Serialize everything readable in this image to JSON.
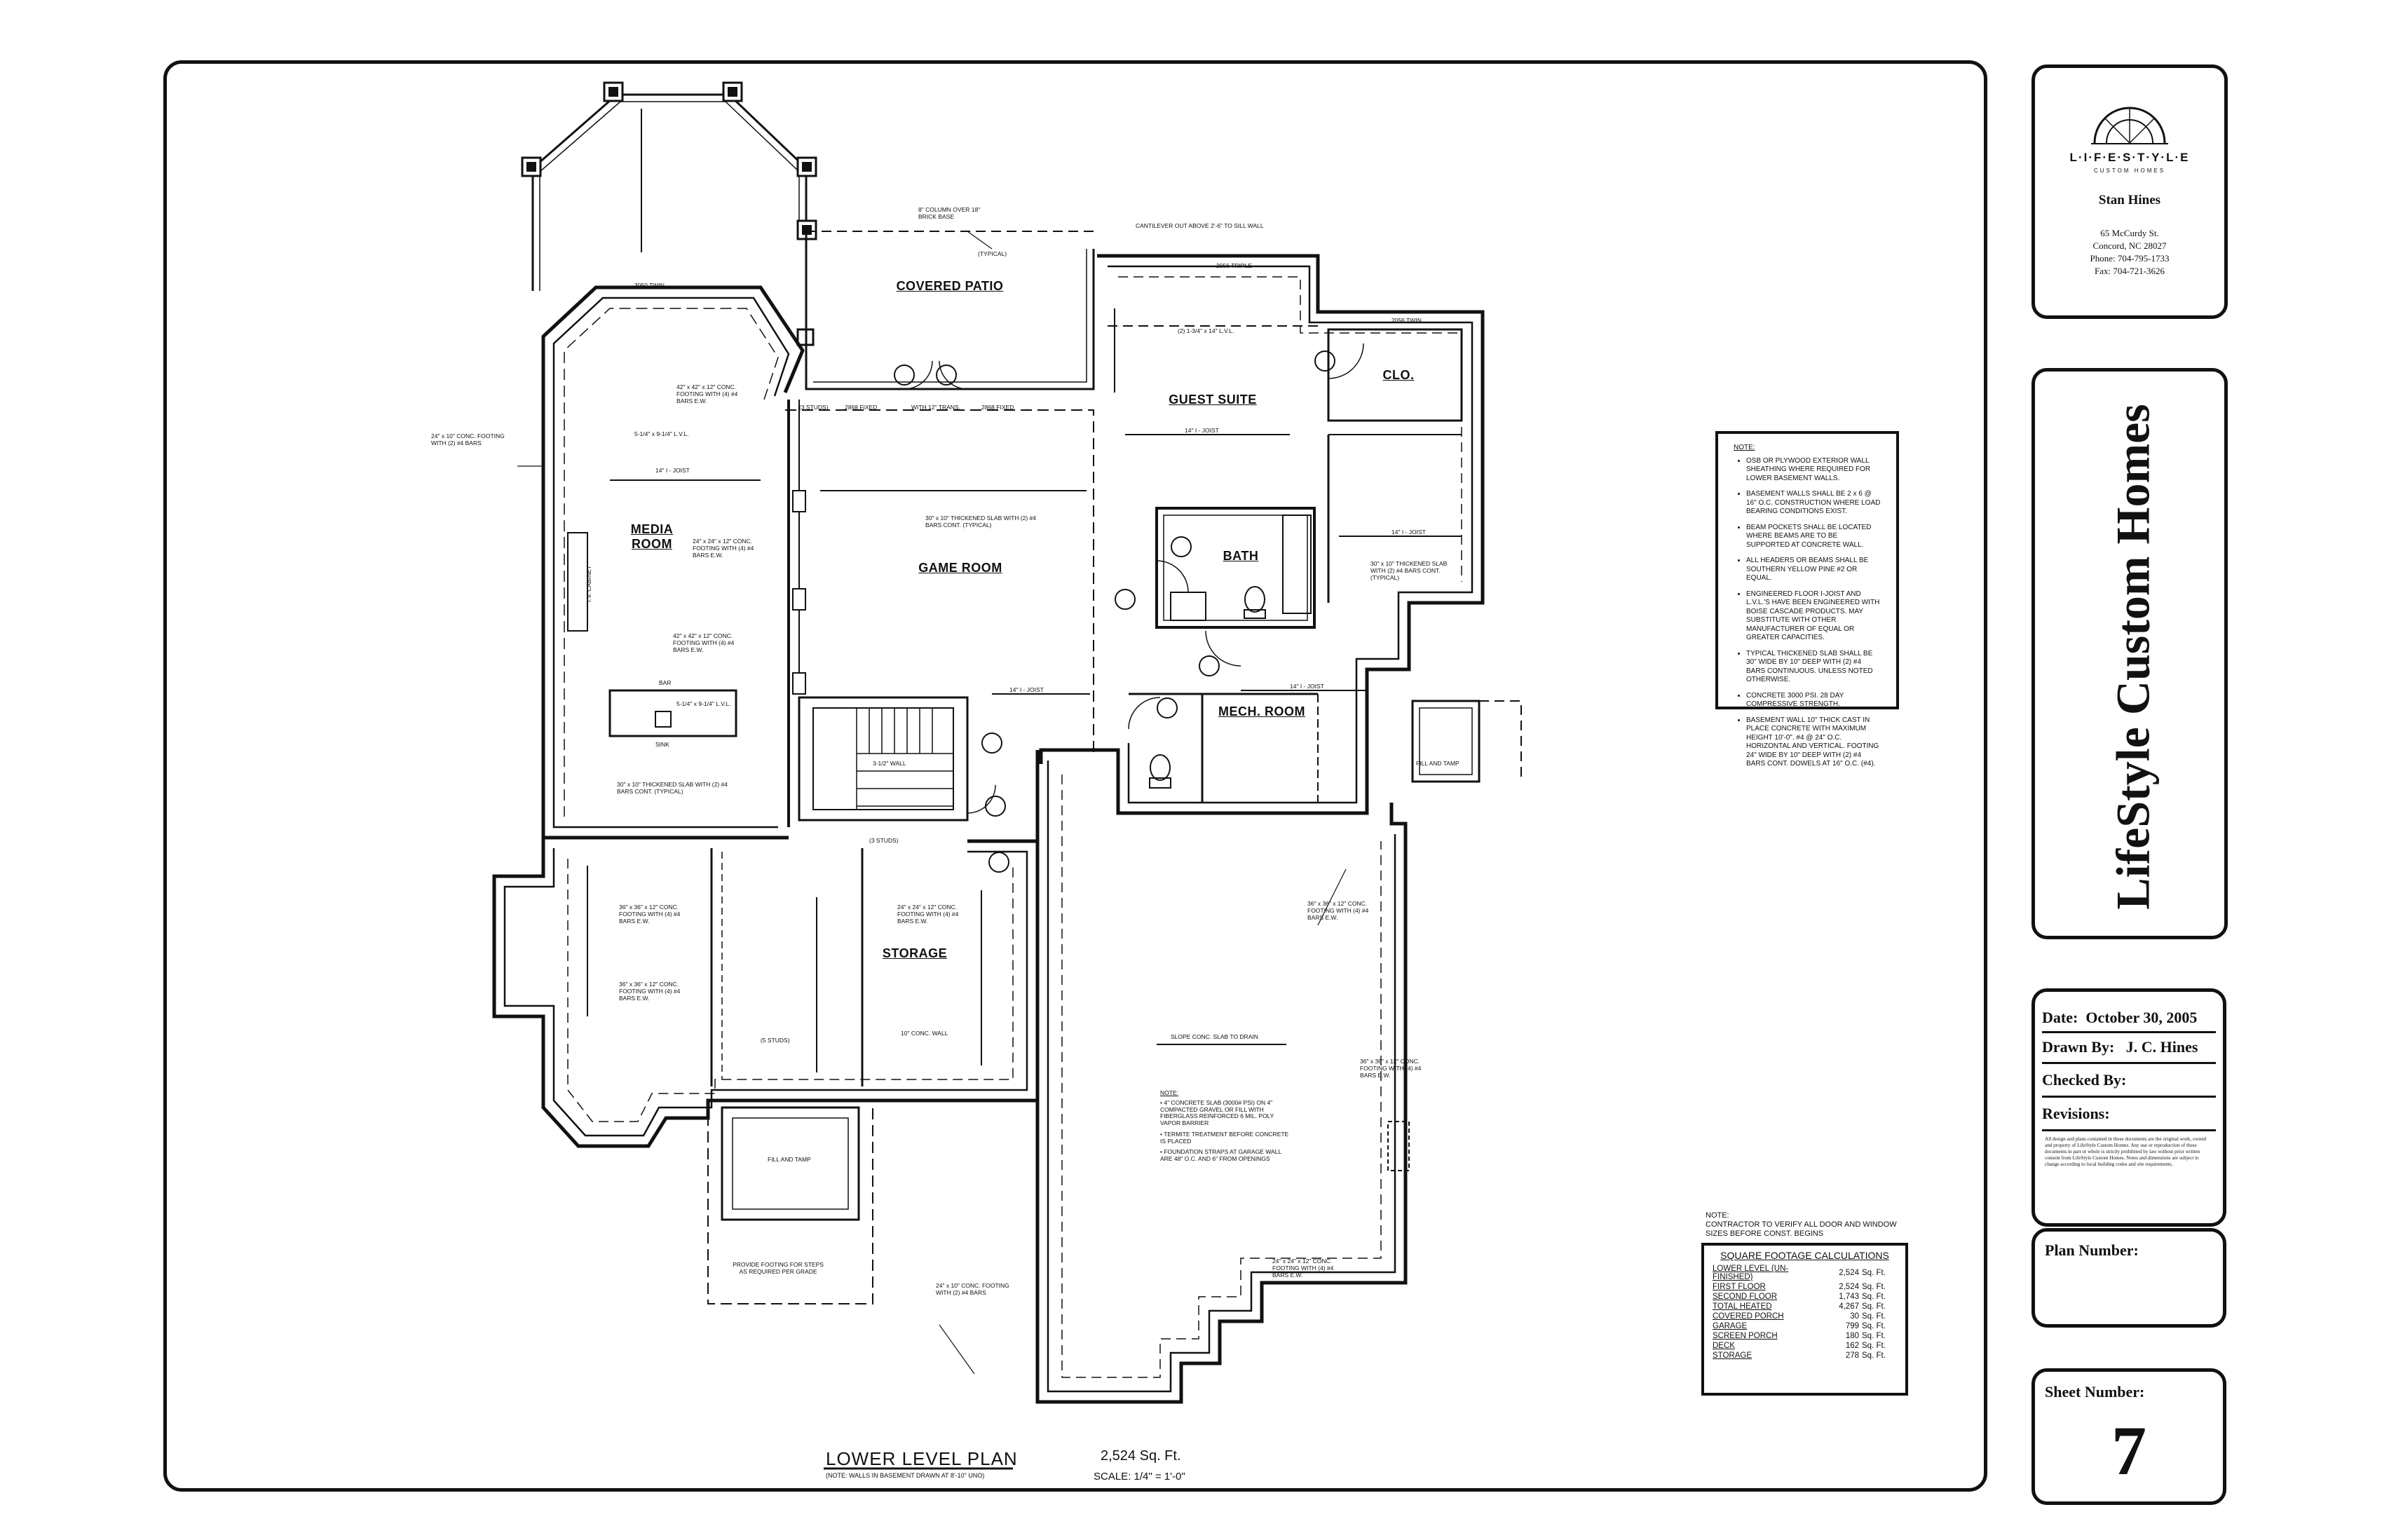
{
  "plan": {
    "title": "LOWER LEVEL PLAN",
    "area": "2,524 Sq. Ft.",
    "note": "(NOTE: WALLS IN BASEMENT DRAWN AT 8'-10\" UNO)",
    "scale": "SCALE: 1/4\" = 1'-0\"",
    "rooms": {
      "media_room": "MEDIA ROOM",
      "game_room": "GAME ROOM",
      "covered_patio": "COVERED PATIO",
      "guest_suite": "GUEST SUITE",
      "clo": "CLO.",
      "bath": "BATH",
      "mech_room": "MECH. ROOM",
      "storage": "STORAGE"
    },
    "labels": {
      "bar": "BAR",
      "sink": "SINK",
      "tv_cabinet": "T.V. CABINET",
      "fill_and_tamp_1": "FILL AND TAMP",
      "fill_and_tamp_2": "FILL AND TAMP",
      "slope_slab": "SLOPE CONC. SLAB TO DRAIN",
      "footing_steps": "PROVIDE FOOTING FOR STEPS AS REQUIRED PER GRADE",
      "cantilever": "CANTILEVER OUT ABOVE 2'-6\" TO SILL WALL",
      "column": "8\" COLUMN OVER 18\" BRICK BASE",
      "typical": "(TYPICAL)",
      "thick_slab_1": "30\" x 10\" THICKENED SLAB WITH (2) #4 BARS CONT. (TYPICAL)",
      "thick_slab_2": "30\" x 10\" THICKENED SLAB WITH (2) #4 BARS CONT. (TYPICAL)",
      "thick_slab_3": "30\" x 10\" THICKENED SLAB WITH (2) #4 BARS CONT. (TYPICAL)",
      "footing_42": "42\" x 42\" x 12\" CONC. FOOTING WITH (4) #4 BARS E.W.",
      "footing_42b": "42\" x 42\" x 12\" CONC. FOOTING WITH (4) #4 BARS E.W.",
      "footing_24": "24\" x 24\" x 12\" CONC. FOOTING WITH (4) #4 BARS E.W.",
      "footing_36a": "36\" x 36\" x 12\" CONC. FOOTING WITH (4) #4 BARS E.W.",
      "footing_36b": "36\" x 36\" x 12\" CONC. FOOTING WITH (4) #4 BARS E.W.",
      "footing_24b": "24\" x 24\" x 12\" CONC. FOOTING WITH (4) #4 BARS E.W.",
      "footing_36c": "36\" x 36\" x 12\" CONC. FOOTING WITH (4) #4 BARS E.W.",
      "footing_36d": "36\" x 36\" x 12\" CONC. FOOTING WITH (4) #4 BARS E.W.",
      "footing_24c": "24\" x 24\" x 12\" CONC. FOOTING WITH (4) #4 BARS E.W.",
      "footing_cont_1": "24\" x 10\" CONC. FOOTING WITH (2) #4 BARS",
      "footing_cont_2": "24\" x 10\" CONC. FOOTING WITH (2) #4 BARS",
      "wall_10": "10\" CONC. WALL",
      "joist_1": "14\" I - JOIST",
      "joist_2": "14\" I - JOIST",
      "joist_3": "14\" I - JOIST",
      "joist_4": "14\" I - JOIST",
      "joist_5": "14\" I - JOIST",
      "lvl_1": "(2) 1-3/4\" x 14\" L.V.L.",
      "lvl_2": "5-1/4\" x 9-1/4\" L.V.L.",
      "lvl_3": "5-1/4\" x 9-1/4\" L.V.L.",
      "studs_1": "(3 STUDS)",
      "studs_2": "(3 STUDS)",
      "studs_3": "(5 STUDS)",
      "window_1": "2868 FIXED",
      "window_2": "2868 FIXED",
      "window_3": "2056 TRIPLE",
      "window_4": "3050 TWIN",
      "window_5": "2056 TWIN",
      "trans": "WITH 12\" TRANS.",
      "wall_note": "3-1/2\" WALL",
      "slab_note_title": "NOTE:",
      "slab_note_1": "4\" CONCRETE SLAB (3000# PSI) ON 4\" COMPACTED GRAVEL OR FILL WITH FIBERGLASS REINFORCED 6 MIL. POLY VAPOR BARRIER",
      "slab_note_2": "TERMITE TREATMENT BEFORE CONCRETE IS PLACED",
      "slab_note_3": "FOUNDATION STRAPS AT GARAGE WALL ARE 48\" O.C. AND 6\" FROM OPENINGS"
    }
  },
  "notes": {
    "title": "NOTE:",
    "items": [
      "OSB OR PLYWOOD EXTERIOR WALL SHEATHING WHERE REQUIRED FOR LOWER BASEMENT WALLS.",
      "BASEMENT WALLS SHALL BE 2 x 6 @ 16\" O.C. CONSTRUCTION WHERE LOAD BEARING CONDITIONS EXIST.",
      "BEAM POCKETS SHALL BE LOCATED WHERE BEAMS ARE TO BE SUPPORTED AT CONCRETE WALL.",
      "ALL HEADERS OR BEAMS SHALL BE SOUTHERN YELLOW PINE #2 OR EQUAL.",
      "ENGINEERED FLOOR I-JOIST AND L.V.L.'S HAVE BEEN ENGINEERED WITH BOISE CASCADE PRODUCTS. MAY SUBSTITUTE WITH OTHER MANUFACTURER OF EQUAL OR GREATER CAPACITIES.",
      "TYPICAL THICKENED SLAB SHALL BE 30\" WIDE BY 10\" DEEP WITH (2) #4 BARS CONTINUOUS. UNLESS NOTED OTHERWISE.",
      "CONCRETE 3000 PSI. 28 DAY COMPRESSIVE STRENGTH.",
      "BASEMENT WALL 10\" THICK CAST IN PLACE CONCRETE WITH MAXIMUM HEIGHT 10'-0\". #4 @ 24\" O.C. HORIZONTAL AND VERTICAL. FOOTING 24\" WIDE BY 10\" DEEP WITH (2) #4 BARS CONT. DOWELS AT 16\" O.C. (#4)."
    ]
  },
  "contractor_note": {
    "title": "NOTE:",
    "text": "CONTRACTOR TO VERIFY ALL DOOR AND WINDOW SIZES BEFORE CONST. BEGINS"
  },
  "sqft": {
    "title": "SQUARE FOOTAGE CALCULATIONS",
    "rows": [
      {
        "label": "LOWER LEVEL (UN-FINISHED)",
        "value": "2,524",
        "unit": "Sq. Ft."
      },
      {
        "label": "FIRST FLOOR",
        "value": "2,524",
        "unit": "Sq. Ft."
      },
      {
        "label": "SECOND FLOOR",
        "value": "1,743",
        "unit": "Sq. Ft."
      },
      {
        "label": "TOTAL HEATED",
        "value": "4,267",
        "unit": "Sq. Ft."
      },
      {
        "label": "COVERED PORCH",
        "value": "30",
        "unit": "Sq. Ft."
      },
      {
        "label": "GARAGE",
        "value": "799",
        "unit": "Sq. Ft."
      },
      {
        "label": "SCREEN PORCH",
        "value": "180",
        "unit": "Sq. Ft."
      },
      {
        "label": "DECK",
        "value": "162",
        "unit": "Sq. Ft."
      },
      {
        "label": "STORAGE",
        "value": "278",
        "unit": "Sq. Ft."
      }
    ]
  },
  "titleblock": {
    "logo_text": "L·I·F·E·S·T·Y·L·E",
    "logo_sub": "CUSTOM HOMES",
    "name": "Stan Hines",
    "addr1": "65 McCurdy St.",
    "addr2": "Concord, NC 28027",
    "phone": "Phone: 704-795-1733",
    "fax": "Fax: 704-721-3626",
    "company": "LifeStyle Custom Homes",
    "date_label": "Date:",
    "date_value": "October 30, 2005",
    "drawn_label": "Drawn By:",
    "drawn_value": "J. C. Hines",
    "checked_label": "Checked By:",
    "revisions_label": "Revisions:",
    "disclaimer": "All design and plans contained in these documents are the original work, owned and property of LifeStyle Custom Homes. Any use or reproduction of these documents in part or whole is strictly prohibited by law without prior written consent from LifeStyle Custom Homes. Notes and dimensions are subject to change according to local building codes and site requirements.",
    "plan_number_label": "Plan Number:",
    "sheet_number_label": "Sheet Number:",
    "sheet_number": "7"
  },
  "colors": {
    "ink": "#111111",
    "paper": "#ffffff"
  }
}
